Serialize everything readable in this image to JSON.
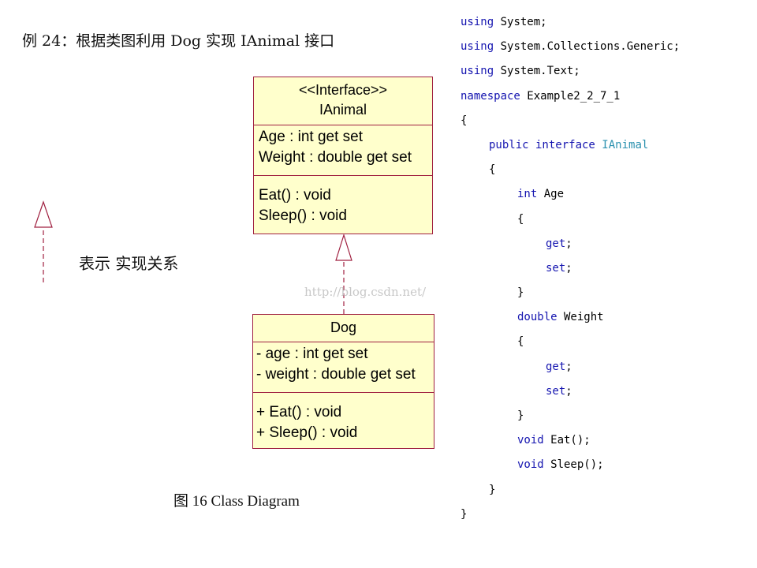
{
  "title": "例 24：根据类图利用 Dog 实现 IAnimal 接口",
  "interface_box": {
    "stereotype": "<<Interface>>",
    "name": "IAnimal",
    "attributes": [
      "Age : int get set",
      "Weight : double get set"
    ],
    "operations": [
      "Eat() : void",
      "Sleep() : void"
    ]
  },
  "class_box": {
    "name": "Dog",
    "attributes": [
      "- age : int get set",
      "- weight : double get set"
    ],
    "operations": [
      "+ Eat() : void",
      "+ Sleep() : void"
    ]
  },
  "legend": {
    "label": "表示 实现关系"
  },
  "caption": "图 16 Class Diagram",
  "watermark": "http://blog.csdn.net/",
  "code": {
    "using1_kw": "using",
    "using1_rest": " System;",
    "using2_kw": "using",
    "using2_rest": " System.Collections.Generic;",
    "using3_kw": "using",
    "using3_rest": " System.Text;",
    "namespace_kw": "namespace",
    "namespace_name": " Example2_2_7_1",
    "open_brace": "{",
    "close_brace": "}",
    "public_kw": "public",
    "interface_kw": " interface",
    "interface_name": " IAnimal",
    "int_kw": "int",
    "age_name": " Age",
    "double_kw": "double",
    "weight_name": " Weight",
    "get_kw": "get",
    "set_kw": "set",
    "semicolon": ";",
    "void_kw": "void",
    "eat_call": " Eat();",
    "sleep_call": " Sleep();"
  },
  "colors": {
    "keyword": "#1515b0",
    "type_name": "#2b91af",
    "box_fill": "#ffffcc",
    "box_border": "#a02040"
  }
}
